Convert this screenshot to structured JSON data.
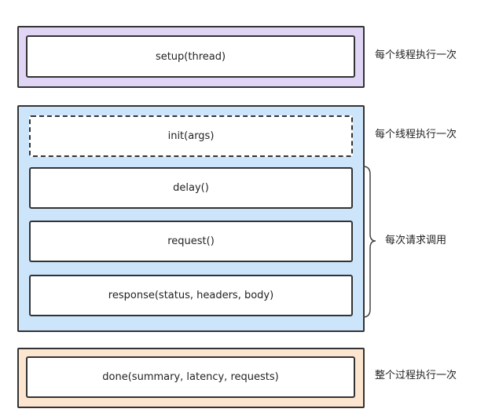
{
  "groups": {
    "setup": {
      "color": "#e1d5f5",
      "function_label": "setup(thread)",
      "note": "每个线程执行一次"
    },
    "request_cycle": {
      "color": "#cce5fb",
      "init_label": "init(args)",
      "init_note": "每个线程执行一次",
      "delay_label": "delay()",
      "request_label": "request()",
      "response_label": "response(status, headers, body)",
      "brace_note": "每次请求调用"
    },
    "done": {
      "color": "#fde6cf",
      "function_label": "done(summary, latency, requests)",
      "note": "整个过程执行一次"
    }
  }
}
